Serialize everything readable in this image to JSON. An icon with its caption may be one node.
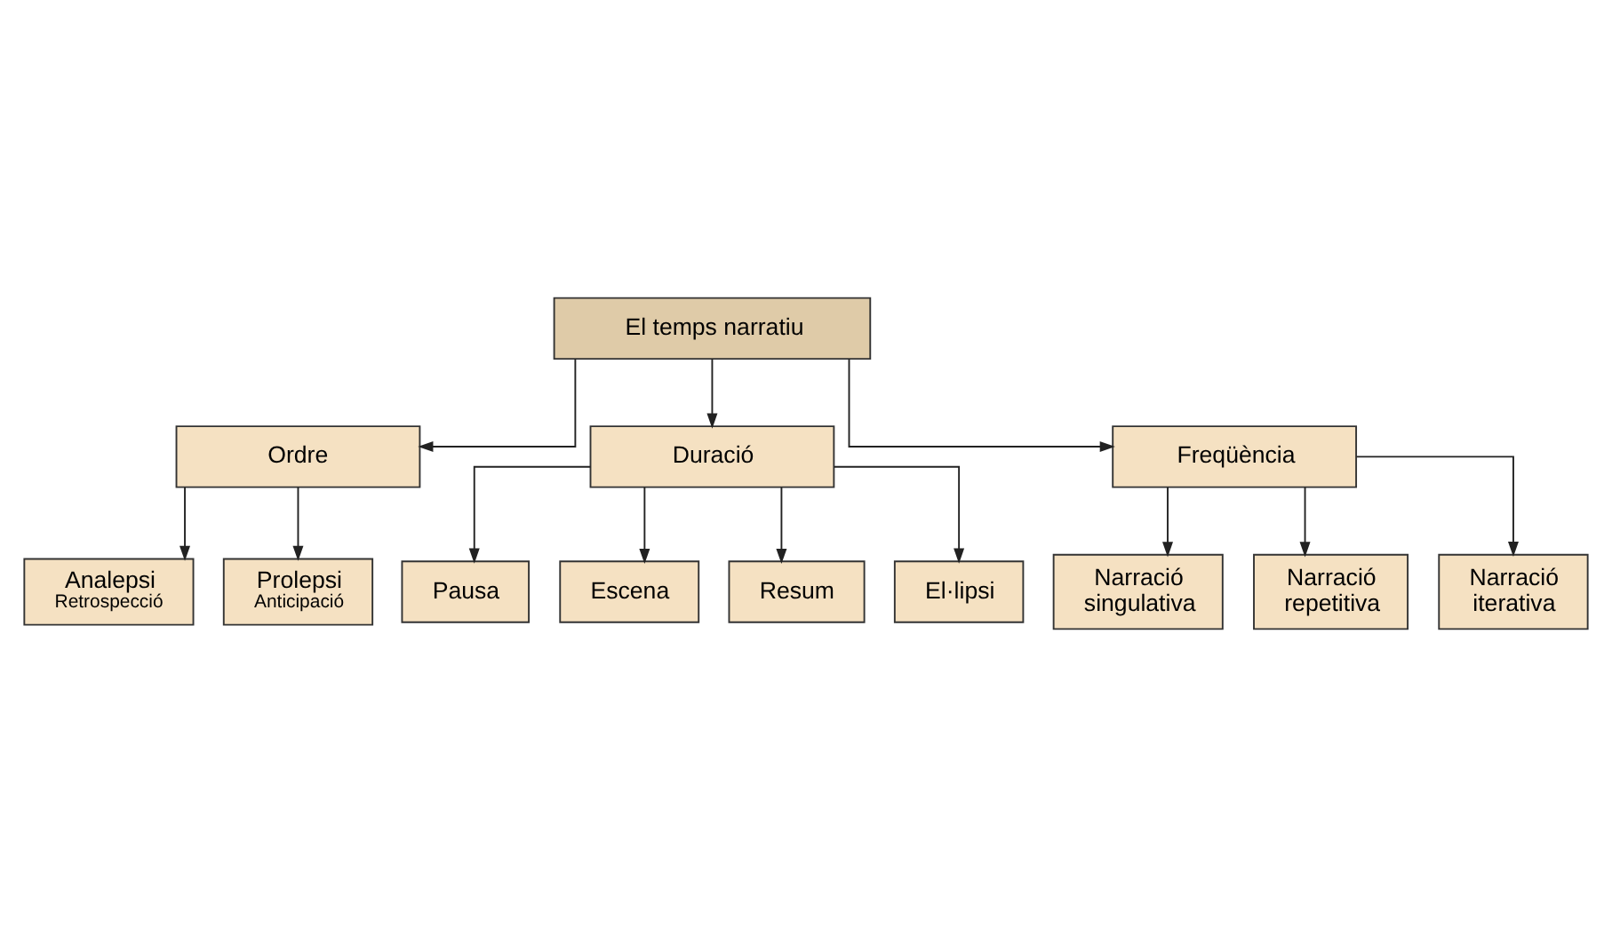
{
  "diagram": {
    "nodes": [
      {
        "text": [
          "El temps narratiu"
        ]
      },
      {
        "text": [
          "Ordre"
        ]
      },
      {
        "text": [
          "Duració"
        ]
      },
      {
        "text": [
          "Freqüència"
        ]
      },
      {
        "text": [
          "Pausa"
        ]
      },
      {
        "text": [
          "Escena"
        ]
      },
      {
        "text": [
          "Resum"
        ]
      },
      {
        "text": [
          "El·lipsi"
        ]
      },
      {
        "text": [
          "Analepsi",
          "Retrospecció"
        ]
      },
      {
        "text": [
          "Prolepsi",
          "Anticipació"
        ]
      },
      {
        "text": [
          "Narració singulativa"
        ]
      },
      {
        "text": [
          "Narració repetitiva"
        ]
      },
      {
        "text": [
          "Narració iterativa"
        ]
      }
    ],
    "edges": [
      {
        "from": 0,
        "to": 1,
        "arrow": "to"
      },
      {
        "from": 0,
        "to": 2,
        "arrow": "to"
      },
      {
        "from": 0,
        "to": 3,
        "arrow": "to"
      },
      {
        "from": 2,
        "to": 4,
        "arrow": "to"
      },
      {
        "from": 2,
        "to": 5,
        "arrow": "to"
      },
      {
        "from": 2,
        "to": 6,
        "arrow": "to"
      },
      {
        "from": 2,
        "to": 7,
        "arrow": "to"
      },
      {
        "from": 1,
        "to": 8,
        "arrow": "to"
      },
      {
        "from": 1,
        "to": 9,
        "arrow": "to"
      },
      {
        "from": 3,
        "to": 10,
        "arrow": "to"
      },
      {
        "from": 3,
        "to": 11,
        "arrow": "to"
      },
      {
        "from": 3,
        "to": 12,
        "arrow": "to"
      }
    ]
  }
}
